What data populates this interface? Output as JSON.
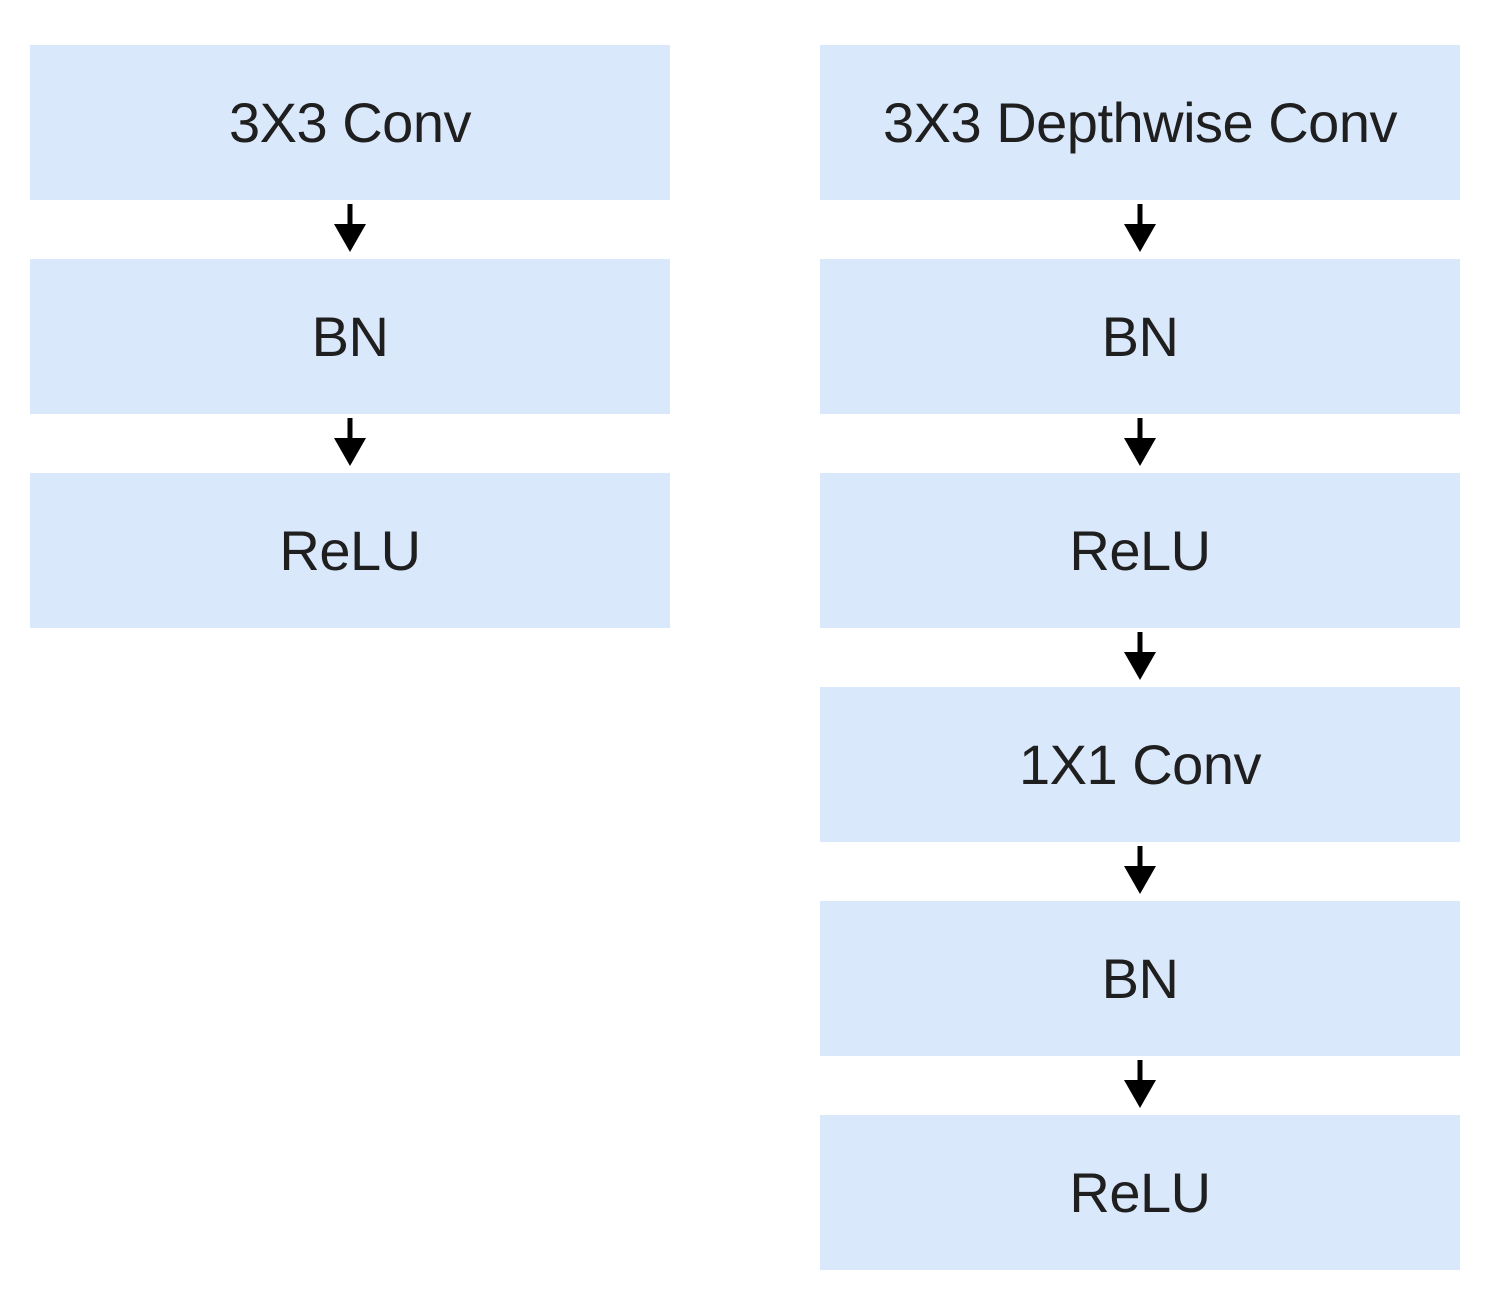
{
  "diagram": {
    "colors": {
      "block_fill": "#dae8fc",
      "text": "#1f1f1f",
      "arrow": "#000000"
    },
    "left_column": {
      "blocks": [
        {
          "label": "3X3 Conv"
        },
        {
          "label": "BN"
        },
        {
          "label": "ReLU"
        }
      ]
    },
    "right_column": {
      "blocks": [
        {
          "label": "3X3 Depthwise Conv"
        },
        {
          "label": "BN"
        },
        {
          "label": "ReLU"
        },
        {
          "label": "1X1 Conv"
        },
        {
          "label": "BN"
        },
        {
          "label": "ReLU"
        }
      ]
    }
  }
}
